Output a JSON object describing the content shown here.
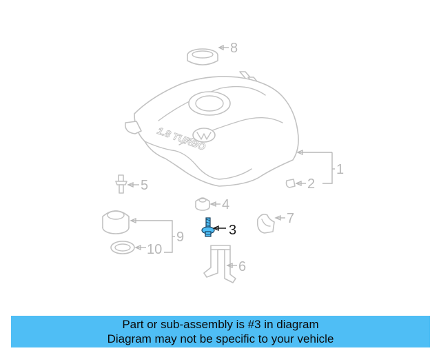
{
  "diagram": {
    "cover_text": "1.8 TURBO",
    "callouts": {
      "c1": "1",
      "c2": "2",
      "c3": "3",
      "c4": "4",
      "c5": "5",
      "c6": "6",
      "c7": "7",
      "c8": "8",
      "c9": "9",
      "c10": "10"
    },
    "highlight_color": "#4fbef5",
    "highlighted_part": "3"
  },
  "banner": {
    "line1": "Part or sub-assembly is #3 in diagram",
    "line2": "Diagram may not be specific to your vehicle",
    "color": "#4fbef5"
  }
}
